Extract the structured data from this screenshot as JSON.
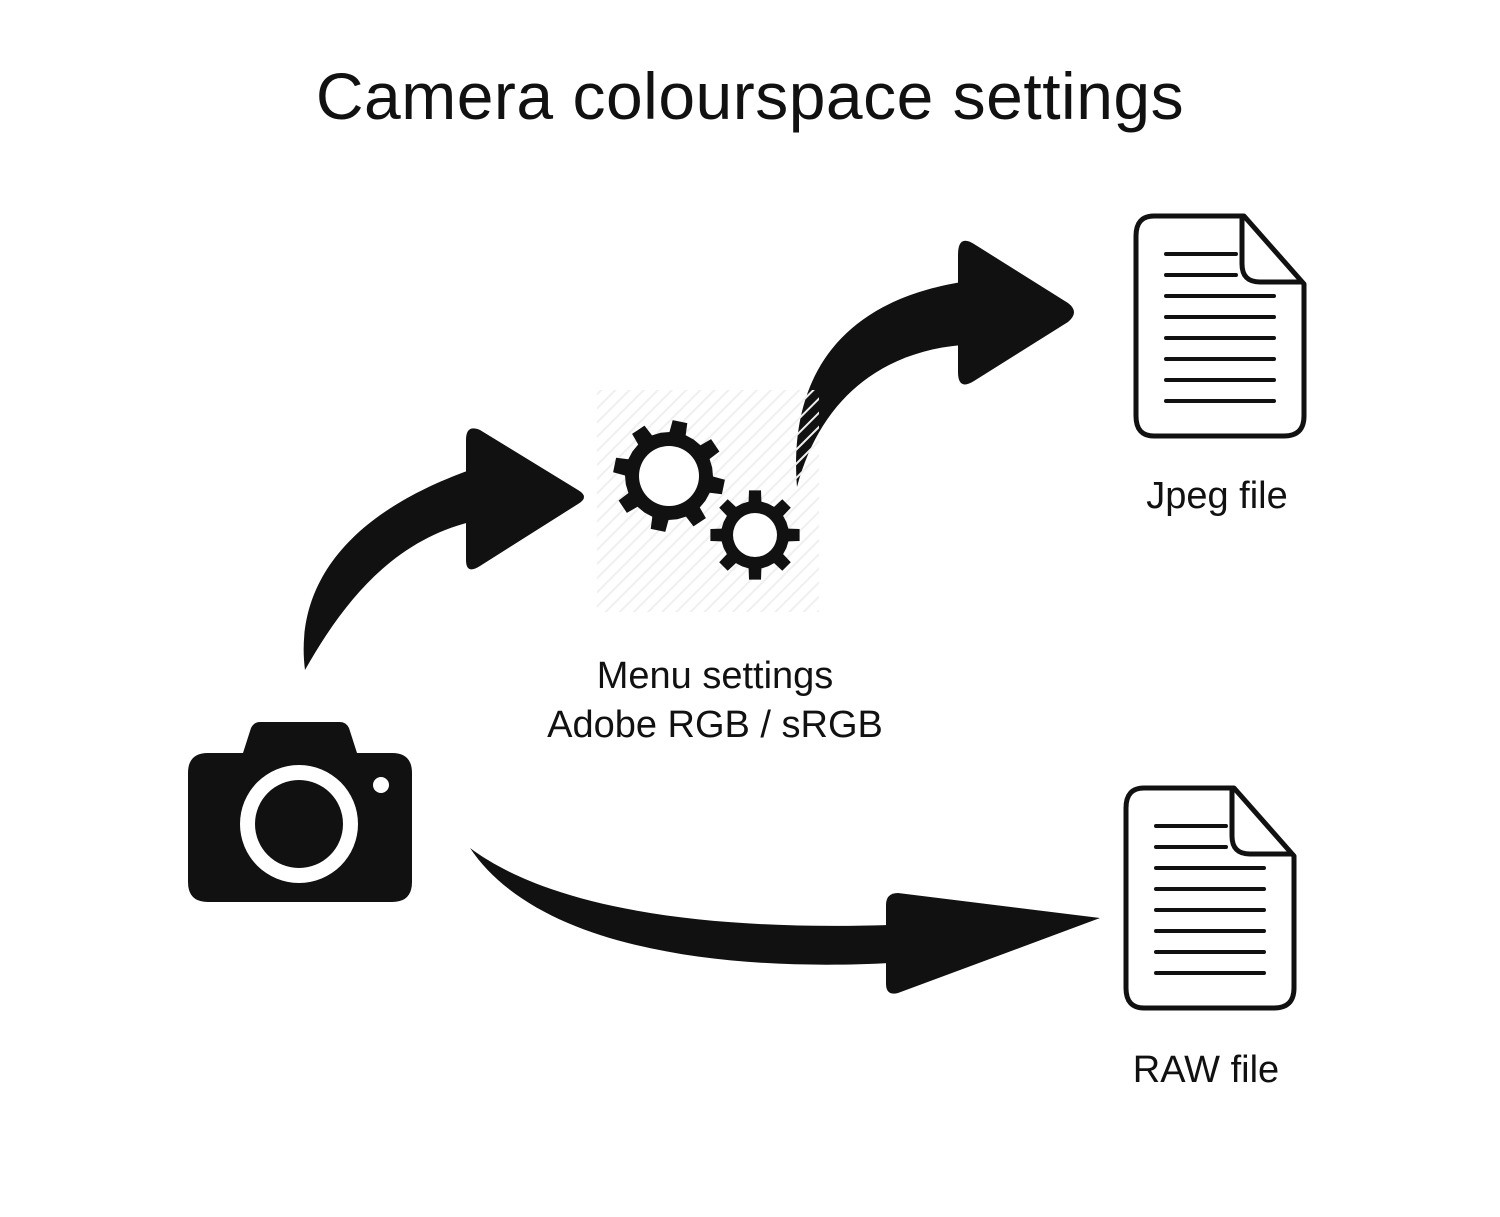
{
  "title": "Camera colourspace settings",
  "nodes": {
    "camera": {
      "icon": "camera-icon"
    },
    "settings": {
      "icon": "gears-icon",
      "label_line1": "Menu settings",
      "label_line2": "Adobe RGB / sRGB"
    },
    "jpeg": {
      "icon": "document-icon",
      "label": "Jpeg file"
    },
    "raw": {
      "icon": "document-icon",
      "label": "RAW file"
    }
  },
  "edges": [
    {
      "from": "camera",
      "to": "settings"
    },
    {
      "from": "settings",
      "to": "jpeg"
    },
    {
      "from": "camera",
      "to": "raw"
    }
  ],
  "colors": {
    "ink": "#111111",
    "background": "#ffffff"
  }
}
